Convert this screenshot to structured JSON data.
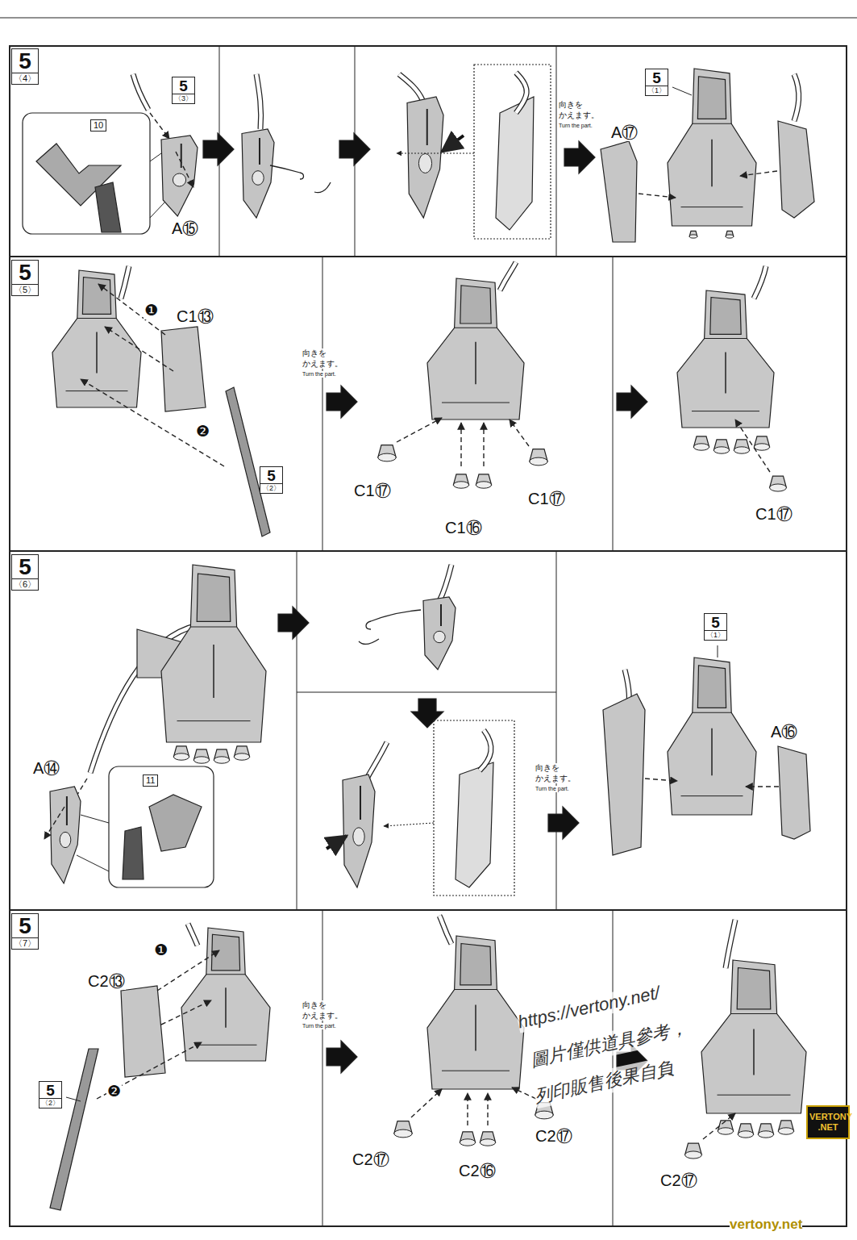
{
  "diagram": {
    "nodes": [
      {
        "text": [
          "5",
          "〈4〉"
        ]
      },
      {
        "text": [
          "5",
          "〈3〉"
        ]
      },
      {
        "text": [
          "10"
        ]
      },
      {
        "text": [
          "5",
          "〈1〉"
        ]
      },
      {
        "text": [
          "5",
          "〈5〉"
        ]
      },
      {
        "text": [
          "5",
          "〈2〉"
        ]
      },
      {
        "text": [
          "5",
          "〈6〉"
        ]
      },
      {
        "text": [
          "11"
        ]
      },
      {
        "text": [
          "5",
          "〈1〉"
        ]
      },
      {
        "text": [
          "5",
          "〈7〉"
        ]
      },
      {
        "text": [
          "5",
          "〈2〉"
        ]
      }
    ],
    "labels": [
      "A⑮",
      "向きを かえます。",
      "Turn the part.",
      "A⑰",
      "❶",
      "C1⑬",
      "❷",
      "向きを かえます。",
      "Turn the part.",
      "C1⑰",
      "C1⑯",
      "C1⑰",
      "C1⑰",
      "A⑭",
      "向きを かえます。",
      "Turn the part.",
      "A⑯",
      "C2⑬",
      "❶",
      "❷",
      "向きを かえます。",
      "Turn the part.",
      "C2⑰",
      "C2⑯",
      "C2⑰",
      "C2⑰",
      "https://vertony.net/",
      "圖片僅供道具參考，",
      "列印販售後果自負",
      "VERTONY .NET",
      "vertony.net"
    ]
  }
}
